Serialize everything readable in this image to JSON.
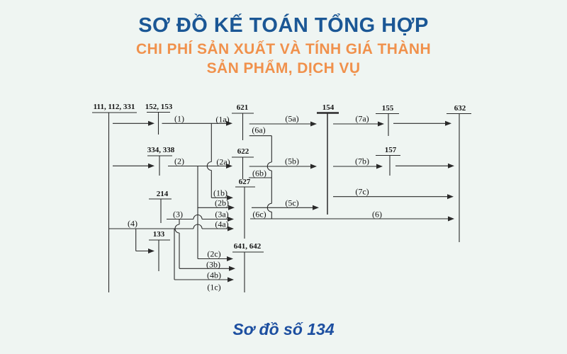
{
  "header": {
    "title": "SƠ ĐỒ KẾ TOÁN TỔNG HỢP",
    "subtitle_line1": "CHI PHÍ SẢN XUẤT VÀ TÍNH GIÁ THÀNH",
    "subtitle_line2": "SẢN PHẨM, DỊCH VỤ"
  },
  "footer": {
    "caption": "Sơ đồ số 134"
  },
  "colors": {
    "background": "#eff5f2",
    "title_blue": "#1b5795",
    "subtitle_orange": "#f0914c",
    "caption_blue": "#1d4fa0",
    "diagram_line": "#2a2a2a"
  },
  "accounts": {
    "a111": "111, 112, 331",
    "a152": "152, 153",
    "a334": "334, 338",
    "a214": "214",
    "a133": "133",
    "a621": "621",
    "a622": "622",
    "a627": "627",
    "a641": "641, 642",
    "a154": "154",
    "a155": "155",
    "a157": "157",
    "a632": "632"
  },
  "flows": {
    "f1": "(1)",
    "f1a": "(1a)",
    "f1b": "(1b)",
    "f1c": "(1c)",
    "f2": "(2)",
    "f2a": "(2a)",
    "f2b": "(2b)",
    "f2c": "(2c)",
    "f3": "(3)",
    "f3a": "(3a)",
    "f3b": "(3b)",
    "f4": "(4)",
    "f4a": "(4a)",
    "f4b": "(4b)",
    "f5a": "(5a)",
    "f5b": "(5b)",
    "f5c": "(5c)",
    "f6": "(6)",
    "f6a": "(6a)",
    "f6b": "(6b)",
    "f6c": "(6c)",
    "f7a": "(7a)",
    "f7b": "(7b)",
    "f7c": "(7c)"
  }
}
